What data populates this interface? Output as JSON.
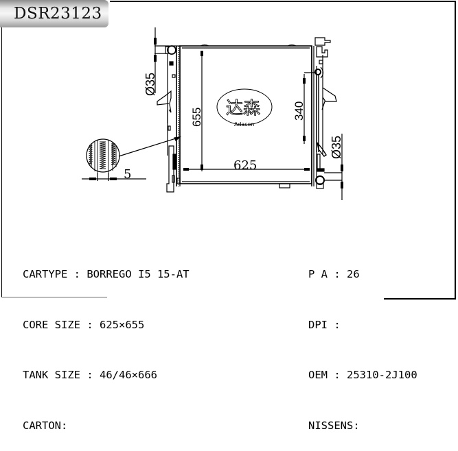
{
  "title": "DSR23123",
  "drawing": {
    "dimensions": {
      "height": "655",
      "width": "625",
      "inlet_diameter": "Ø35",
      "outlet_diameter": "Ø35",
      "filler_height": "340",
      "fin_pitch": "5"
    },
    "logo": {
      "chinese": "达森",
      "brand": "Adason"
    }
  },
  "specs_left": [
    {
      "label": "CARTYPE",
      "sep": " : ",
      "value": "BORREGO I5 15-AT"
    },
    {
      "label": "CORE SIZE",
      "sep": " : ",
      "value": "625×655"
    },
    {
      "label": "TANK SIZE",
      "sep": " : ",
      "value": "46/46×666"
    },
    {
      "label": "CARTON",
      "sep": ":",
      "value": ""
    }
  ],
  "specs_right": [
    {
      "label": "P A",
      "sep": " : ",
      "value": "26"
    },
    {
      "label": "DPI",
      "sep": " : ",
      "value": ""
    },
    {
      "label": "OEM",
      "sep": " : ",
      "value": "25310-2J100"
    },
    {
      "label": "NISSENS",
      "sep": ":",
      "value": ""
    }
  ],
  "colors": {
    "line": "#000000",
    "background": "#ffffff"
  }
}
